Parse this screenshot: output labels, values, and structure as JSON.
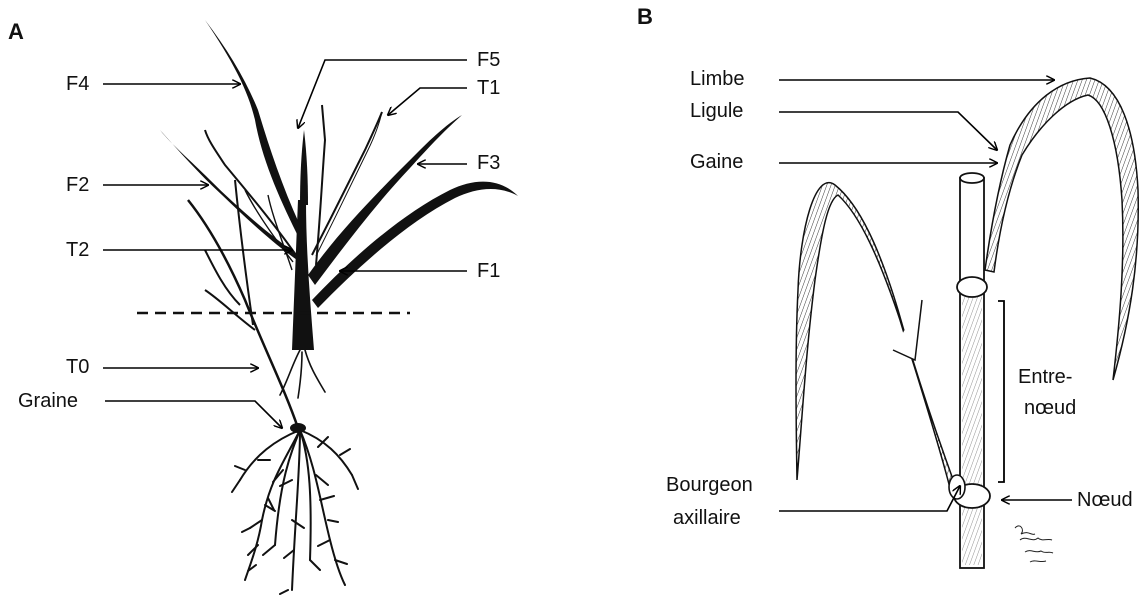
{
  "panel_a": {
    "letter": "A",
    "labels": {
      "F4": "F4",
      "F5": "F5",
      "T1": "T1",
      "F3": "F3",
      "F2": "F2",
      "T2": "T2",
      "F1": "F1",
      "T0": "T0",
      "Graine": "Graine"
    }
  },
  "panel_b": {
    "letter": "B",
    "labels": {
      "Limbe": "Limbe",
      "Ligule": "Ligule",
      "Gaine": "Gaine",
      "Entre1": "Entre-",
      "Entre2": "nœud",
      "Bourgeon1": "Bourgeon",
      "Bourgeon2": "axillaire",
      "Noeud": "Nœud"
    },
    "signature": "artist signature"
  }
}
